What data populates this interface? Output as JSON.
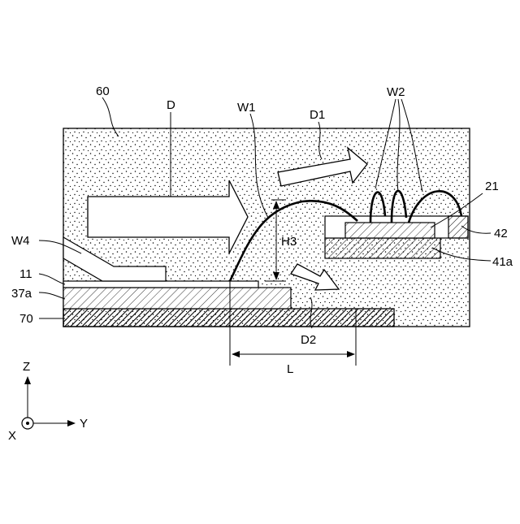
{
  "labels": {
    "resin": "60",
    "flow_main": "D",
    "flow_upper": "D1",
    "flow_lower": "D2",
    "wire_w1": "W1",
    "wire_w2": "W2",
    "wire_w4": "W4",
    "height": "H3",
    "length": "L",
    "chip": "21",
    "die_pad": "41a",
    "pad_42": "42",
    "part_11": "11",
    "part_37a": "37a",
    "base": "70"
  },
  "axes": {
    "z": "Z",
    "y": "Y",
    "x": "X"
  },
  "colors": {
    "line": "#000000",
    "background": "#ffffff"
  }
}
